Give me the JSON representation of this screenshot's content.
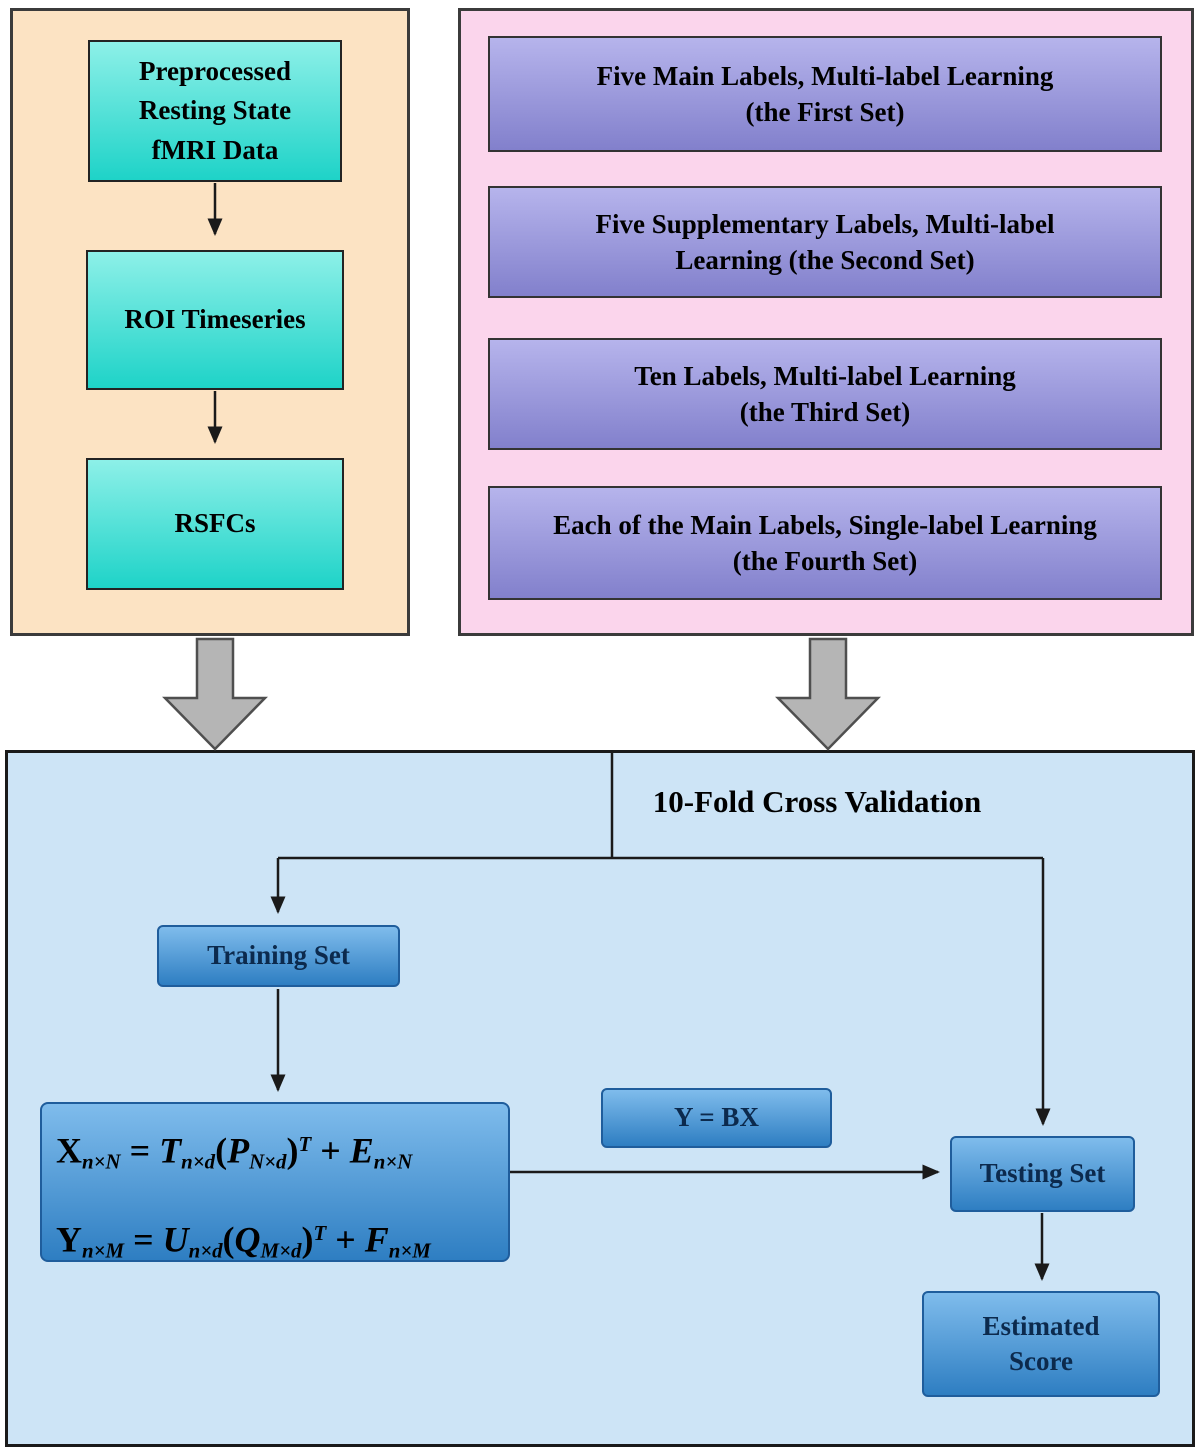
{
  "colors": {
    "panel-border": "#3b3b3b",
    "left-panel-bg": "#fce3c3",
    "right-panel-bg": "#fbd5ec",
    "bottom-panel-bg": "#cde4f6",
    "bottom-panel-border": "#1a1a1a",
    "cyan-top": "#8df0e8",
    "cyan-bottom": "#1ed3c8",
    "cyan-border": "#232323",
    "purple-top": "#b6b4ec",
    "purple-bottom": "#8280cc",
    "purple-border": "#333333",
    "blue-top": "#7fbcec",
    "blue-bottom": "#2e7ec2",
    "blue-border": "#1f5d9c",
    "block-arrow-fill": "#b5b5b5",
    "block-arrow-border": "#4f4f4f",
    "line-color": "#1a1a1a",
    "text-dark": "#000000",
    "text-navy": "#0c2a4d"
  },
  "left_panel": {
    "boxes": [
      {
        "label": [
          "Preprocessed",
          "Resting State",
          "fMRI Data"
        ]
      },
      {
        "label": [
          "ROI Timeseries"
        ]
      },
      {
        "label": [
          "RSFCs"
        ]
      }
    ]
  },
  "right_panel": {
    "boxes": [
      {
        "label": [
          "Five Main Labels, Multi-label Learning",
          "(the First Set)"
        ]
      },
      {
        "label": [
          "Five Supplementary Labels, Multi-label",
          "Learning (the Second Set)"
        ]
      },
      {
        "label": [
          "Ten Labels, Multi-label Learning",
          "(the Third Set)"
        ]
      },
      {
        "label": [
          "Each of the Main Labels, Single-label Learning",
          "(the Fourth Set)"
        ]
      }
    ]
  },
  "cv_panel": {
    "title": "10-Fold Cross Validation",
    "training_set": "Training Set",
    "testing_set": "Testing Set",
    "estimated_score": [
      "Estimated",
      "Score"
    ],
    "regression_label": "Y = BX",
    "formula_lines": [
      [
        {
          "t": "X",
          "k": "v"
        },
        {
          "t": "n×N",
          "k": "s"
        },
        {
          "t": " = ",
          "k": "o"
        },
        {
          "t": "T",
          "k": "i"
        },
        {
          "t": "n×d",
          "k": "s"
        },
        {
          "t": "(",
          "k": "o"
        },
        {
          "t": "P",
          "k": "i"
        },
        {
          "t": "N×d",
          "k": "s"
        },
        {
          "t": ")",
          "k": "o"
        },
        {
          "t": "T",
          "k": "p"
        },
        {
          "t": " + ",
          "k": "o"
        },
        {
          "t": "E",
          "k": "i"
        },
        {
          "t": "n×N",
          "k": "s"
        }
      ],
      [
        {
          "t": "Y",
          "k": "v"
        },
        {
          "t": "n×M",
          "k": "s"
        },
        {
          "t": " = ",
          "k": "o"
        },
        {
          "t": "U",
          "k": "i"
        },
        {
          "t": "n×d",
          "k": "s"
        },
        {
          "t": "(",
          "k": "o"
        },
        {
          "t": "Q",
          "k": "i"
        },
        {
          "t": "M×d",
          "k": "s"
        },
        {
          "t": ")",
          "k": "o"
        },
        {
          "t": "T",
          "k": "p"
        },
        {
          "t": " + ",
          "k": "o"
        },
        {
          "t": "F",
          "k": "i"
        },
        {
          "t": "n×M",
          "k": "s"
        }
      ]
    ]
  }
}
